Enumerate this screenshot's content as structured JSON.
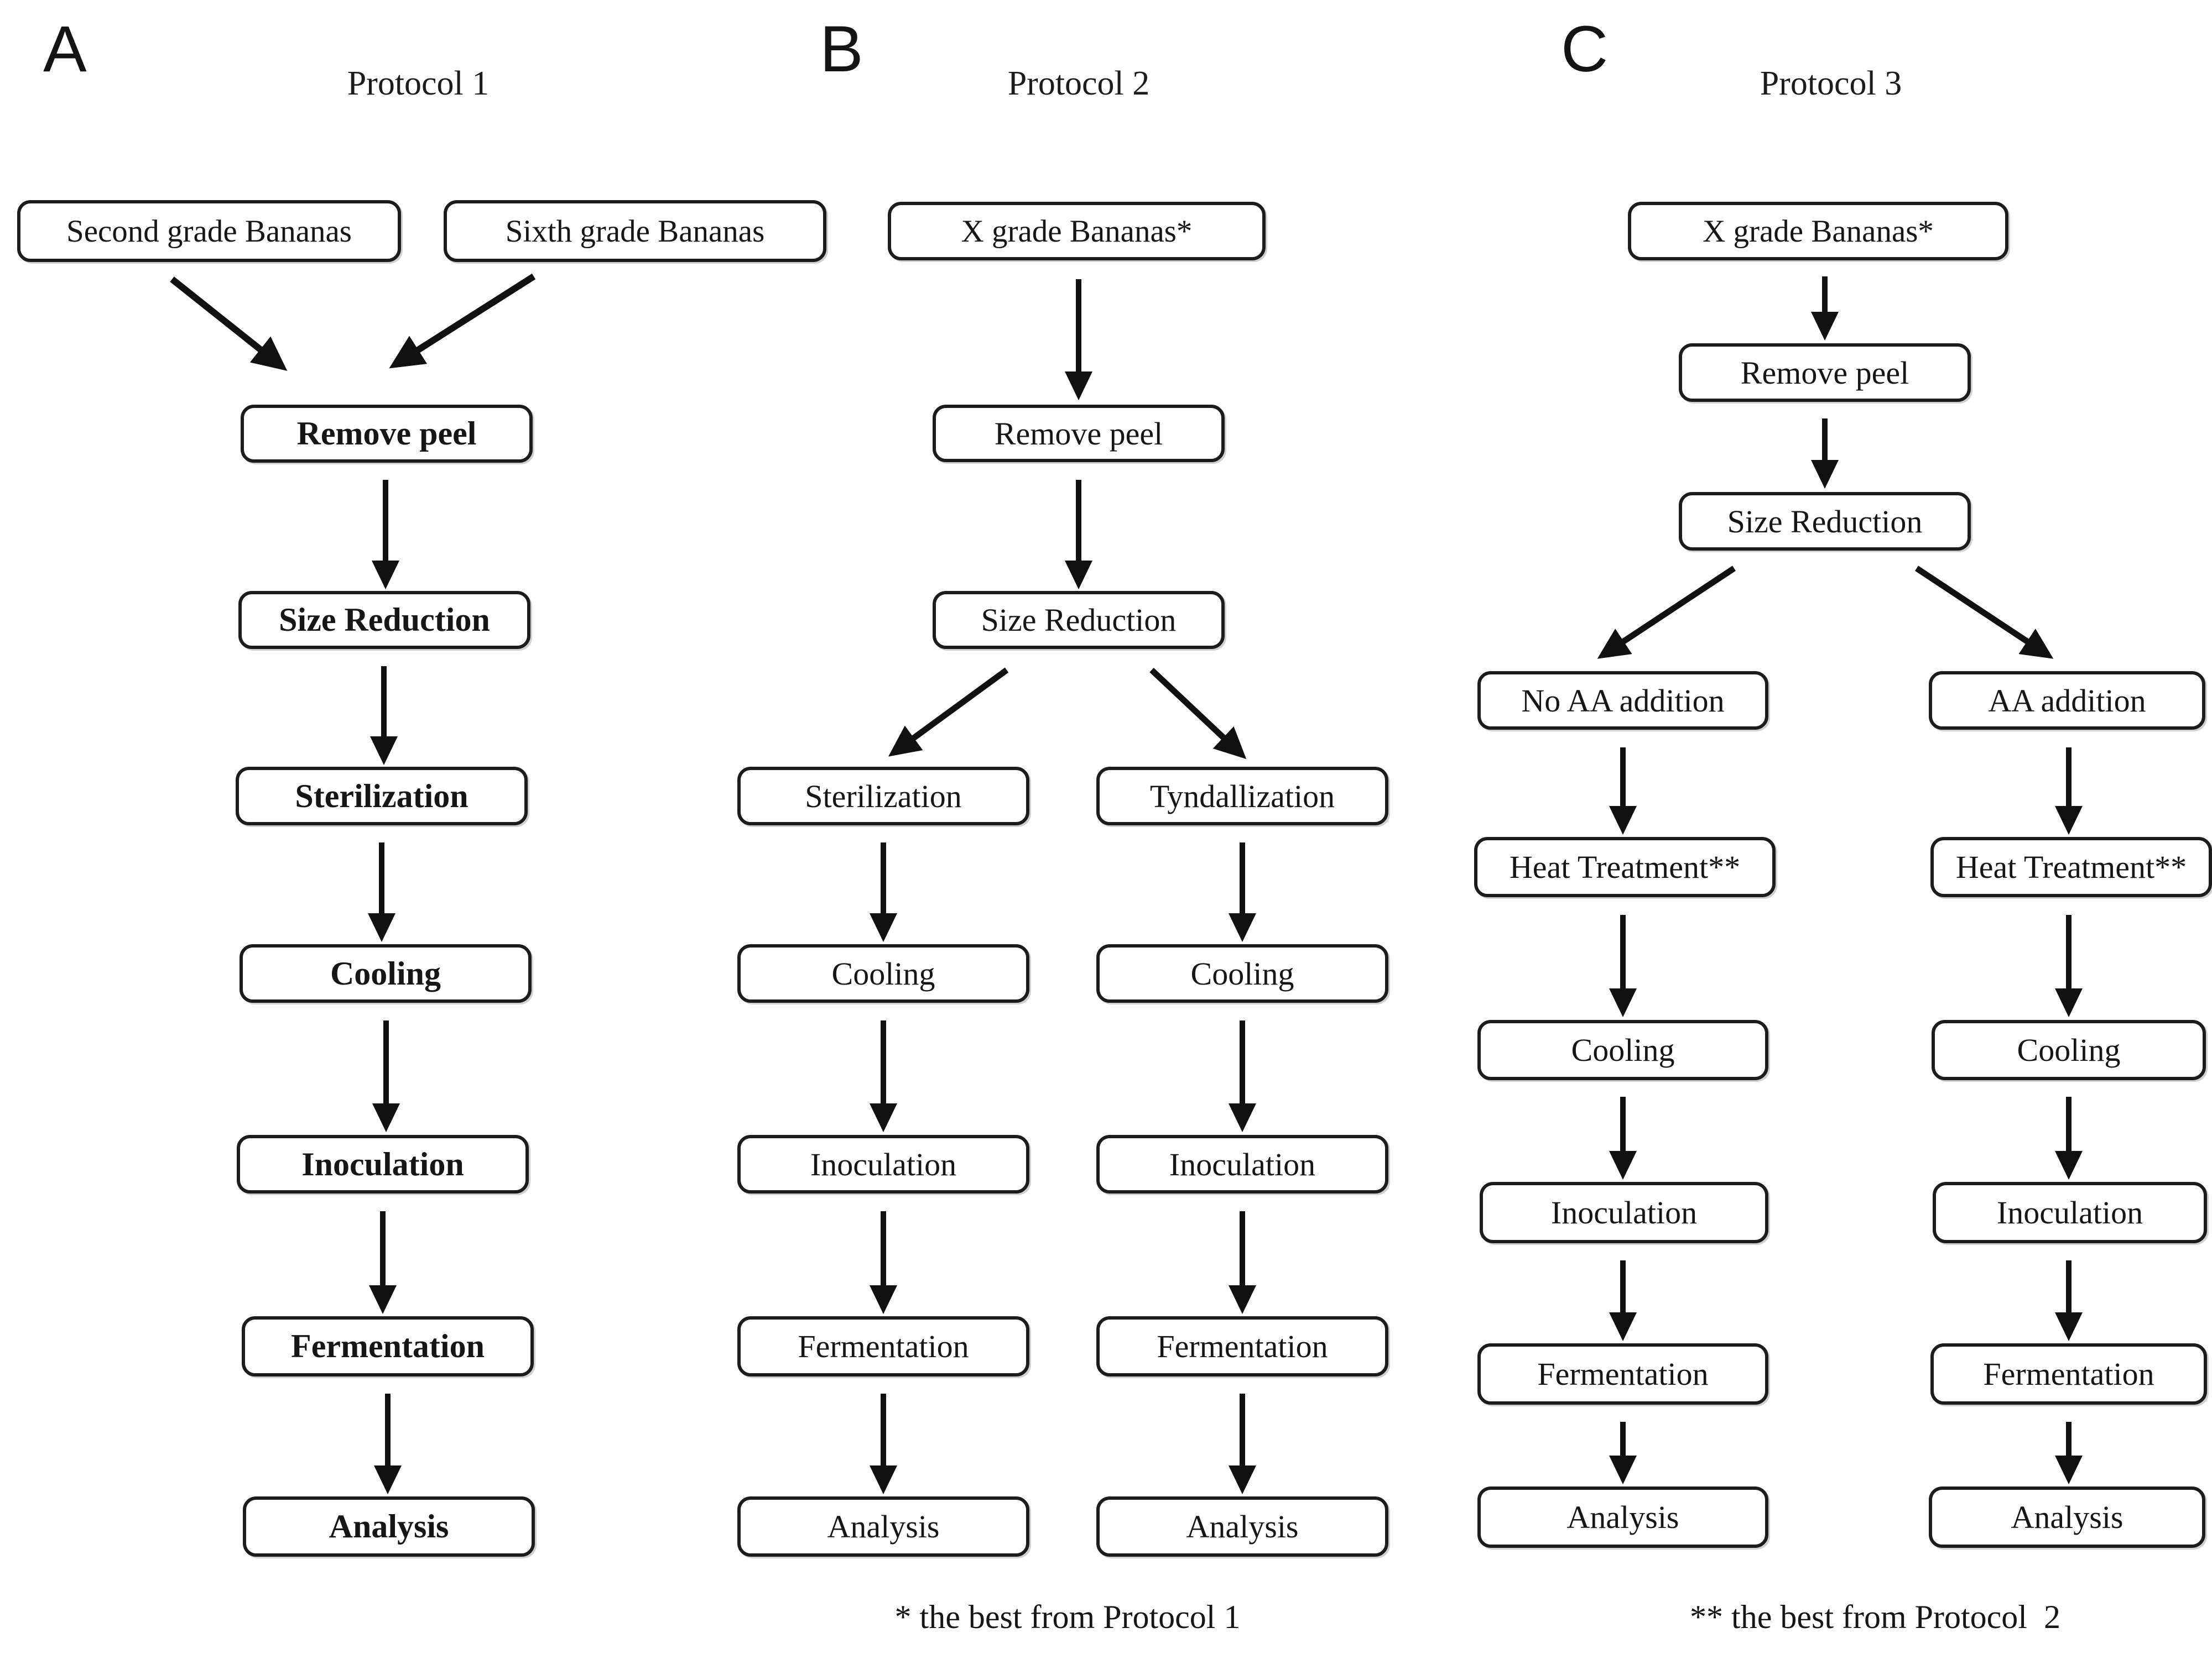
{
  "figure": {
    "panels": [
      {
        "letter": "A",
        "title": "Protocol 1",
        "nodes": [
          "Second grade Bananas",
          "Sixth grade Bananas",
          "Remove peel",
          "Size Reduction",
          "Sterilization",
          "Cooling",
          "Inoculation",
          "Fermentation",
          "Analysis"
        ]
      },
      {
        "letter": "B",
        "title": "Protocol 2",
        "nodes": [
          "X grade Bananas*",
          "Remove peel",
          "Size Reduction",
          "Sterilization",
          "Tyndallization",
          "Cooling",
          "Cooling",
          "Inoculation",
          "Inoculation",
          "Fermentation",
          "Fermentation",
          "Analysis",
          "Analysis"
        ]
      },
      {
        "letter": "C",
        "title": "Protocol 3",
        "nodes": [
          "X grade Bananas*",
          "Remove peel",
          "Size Reduction",
          "No AA addition",
          "AA addition",
          "Heat Treatment**",
          "Heat Treatment**",
          "Cooling",
          "Cooling",
          "Inoculation",
          "Inoculation",
          "Fermentation",
          "Fermentation",
          "Analysis",
          "Analysis"
        ]
      }
    ],
    "footnotes": [
      "* the best from Protocol 1",
      "** the best from Protocol  2"
    ]
  }
}
